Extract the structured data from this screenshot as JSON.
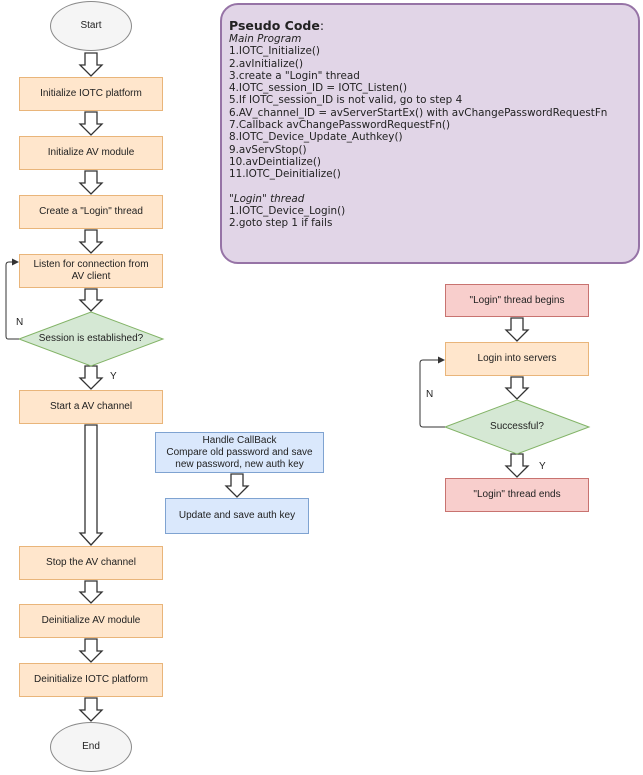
{
  "flow_main": {
    "start": "Start",
    "init_platform": "Initialize IOTC platform",
    "init_av": "Initialize AV module",
    "create_thread": "Create a \"Login\" thread",
    "listen": "Listen for connection from AV client",
    "session_check": "Session is established?",
    "label_no": "N",
    "label_yes": "Y",
    "start_channel": "Start a AV channel",
    "stop_channel": "Stop the AV channel",
    "deinit_av": "Deinitialize AV module",
    "deinit_platform": "Deinitialize IOTC platform",
    "end": "End"
  },
  "callback": {
    "handle_line1": "Handle CallBack",
    "handle_line2": "Compare old password and save new password, new auth key",
    "update": "Update and save auth key"
  },
  "login_flow": {
    "begins": "\"Login\" thread begins",
    "login": "Login into servers",
    "success_check": "Successful?",
    "label_no": "N",
    "label_yes": "Y",
    "ends": "\"Login\" thread ends"
  },
  "pseudo_code": {
    "title": "Pseudo Code",
    "title_colon": ":",
    "main_heading": "Main Program",
    "main_steps": [
      "1.IOTC_Initialize()",
      "2.avInitialize()",
      "3.create a \"Login\" thread",
      "4.IOTC_session_ID = IOTC_Listen()",
      "5.If IOTC_session_ID is not valid, go to step 4",
      "6.AV_channel_ID = avServerStartEx() with avChangePasswordRequestFn",
      "7.Callback avChangePasswordRequestFn()",
      "8.IOTC_Device_Update_Authkey()",
      "9.avServStop()",
      "10.avDeintialize()",
      "11.IOTC_Deinitialize()"
    ],
    "thread_heading": "\"Login\" thread",
    "thread_steps": [
      "1.IOTC_Device_Login()",
      "2.goto step 1 if fails"
    ]
  },
  "colors": {
    "process_fill": "#ffe6cc",
    "process_stroke": "#e9b57a",
    "decision_fill": "#d5e8d4",
    "decision_stroke": "#82b366",
    "terminal_fill": "#f5f5f5",
    "login_fill": "#f8cecc",
    "callback_fill": "#dae8fc",
    "pseudo_fill": "#e1d5e7",
    "pseudo_stroke": "#9673a6"
  }
}
